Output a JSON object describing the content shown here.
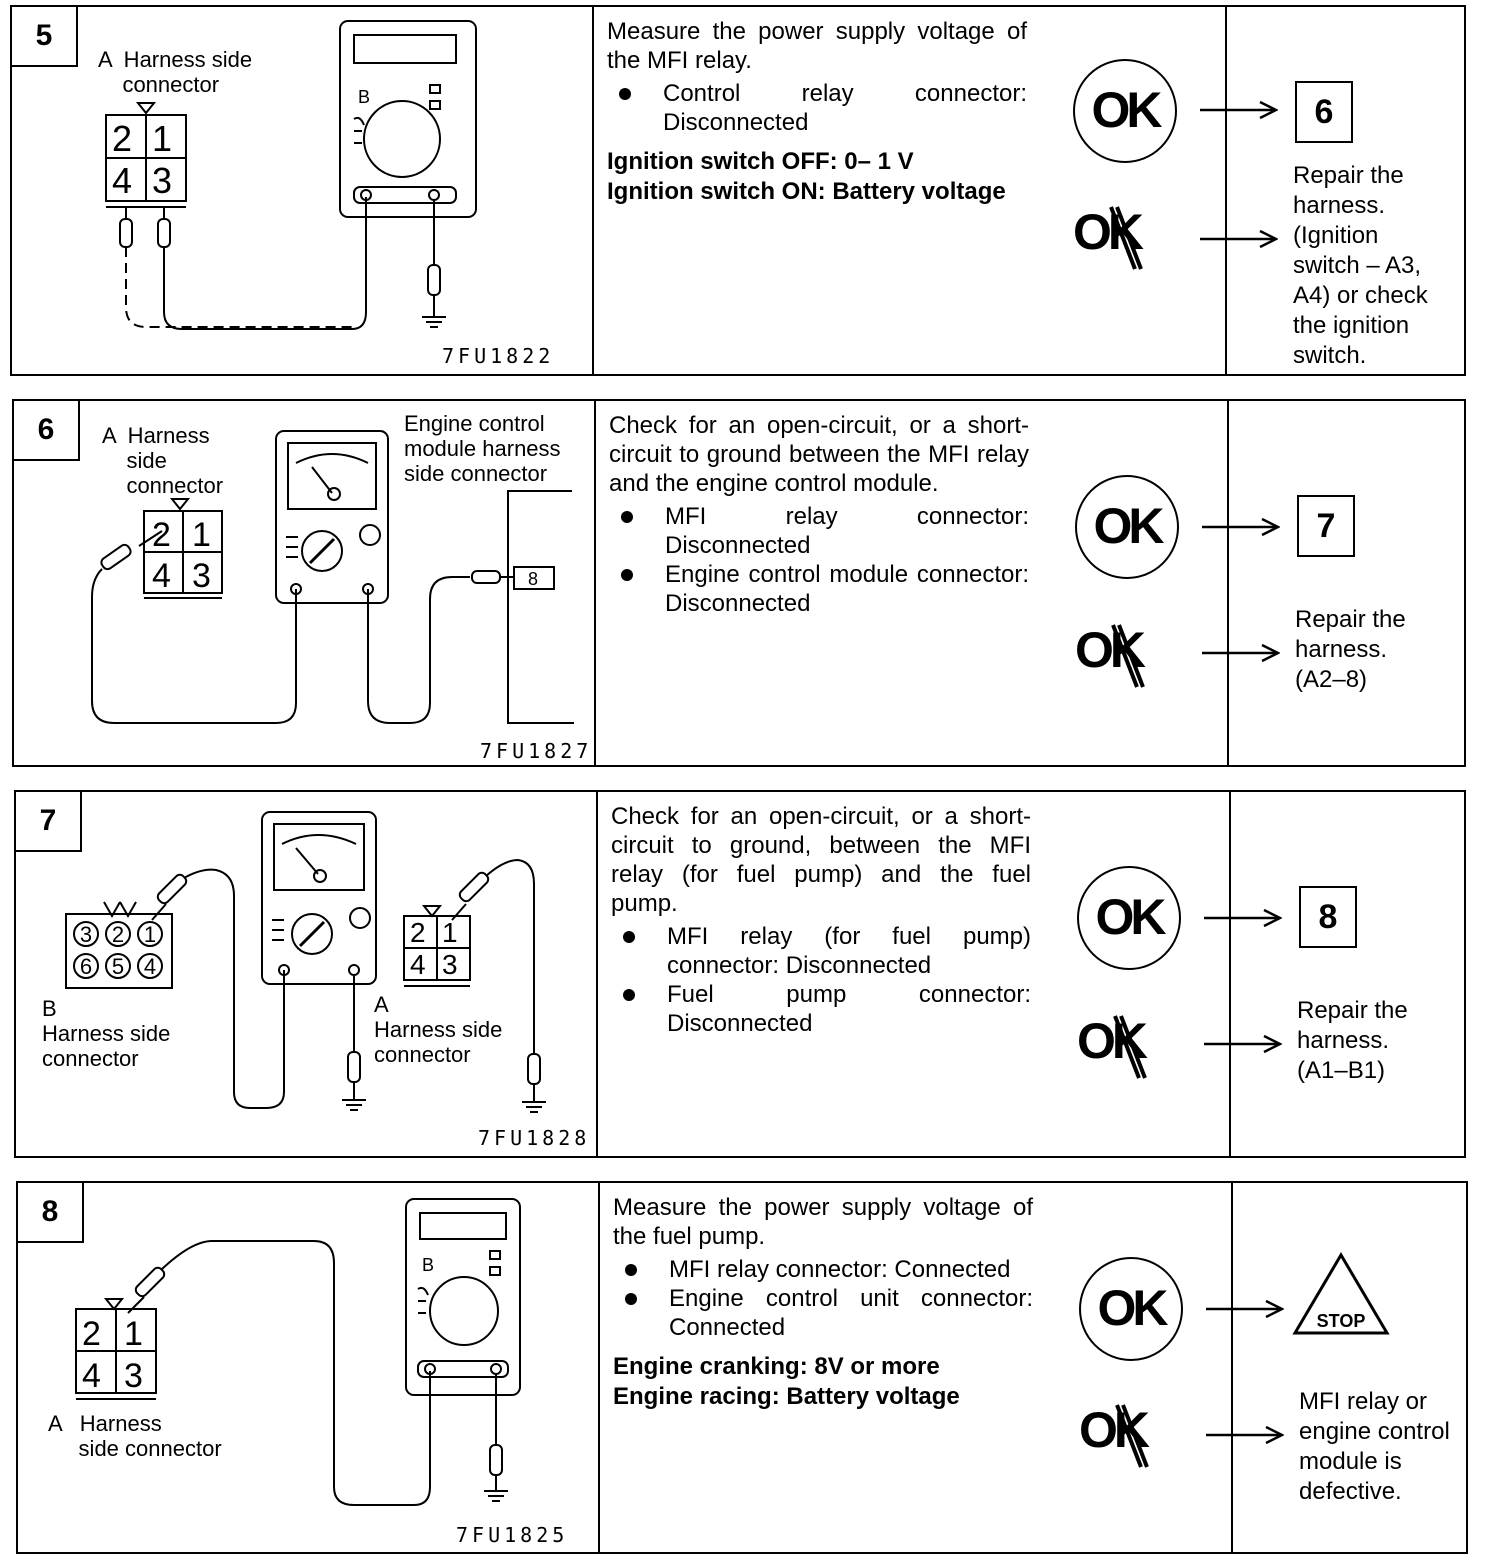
{
  "steps": [
    {
      "number": "5",
      "connector_label": "A  Harness side\n    connector",
      "code": "7FU1822",
      "description": "Measure the power supply voltage of the MFI relay.",
      "bullets": [
        "Control relay connector: Disconnected"
      ],
      "spec": [
        "Ignition switch OFF: 0– 1 V",
        "Ignition switch ON: Battery voltage"
      ],
      "ok": "OK",
      "ok_next": "6",
      "ng_text": "Repair the harness. (Ignition switch – A3, A4) or check the ignition switch."
    },
    {
      "number": "6",
      "connector_label": "A  Harness\n    side\n    connector",
      "ecm_label": "Engine control\nmodule harness\nside connector",
      "pin": "8",
      "code": "7FU1827",
      "description": "Check for an open-circuit, or a short-circuit to ground between the MFI relay and the engine control module.",
      "bullets": [
        "MFI relay connector: Disconnected",
        "Engine control module connector: Disconnected"
      ],
      "ok": "OK",
      "ok_next": "7",
      "ng_text": "Repair the harness. (A2–8)"
    },
    {
      "number": "7",
      "label_b": "B\nHarness side\nconnector",
      "label_a": "A\nHarness side\nconnector",
      "code": "7FU1828",
      "description": "Check for an open-circuit, or a short-circuit to ground, between the MFI relay (for fuel pump) and the fuel pump.",
      "bullets": [
        "MFI relay (for fuel pump) connector: Disconnected",
        "Fuel pump connector: Disconnected"
      ],
      "ok": "OK",
      "ok_next": "8",
      "ng_text": "Repair the harness. (A1–B1)"
    },
    {
      "number": "8",
      "connector_label": "A   Harness\n     side connector",
      "code": "7FU1825",
      "description": "Measure the power supply voltage of the fuel pump.",
      "bullets": [
        "MFI relay connector: Connected",
        "Engine control unit connector: Connected"
      ],
      "spec": [
        "Engine cranking: 8V or more",
        "Engine racing: Battery voltage"
      ],
      "ok": "OK",
      "ok_next": "STOP",
      "ng_text": "MFI relay or engine control module is defective."
    }
  ]
}
